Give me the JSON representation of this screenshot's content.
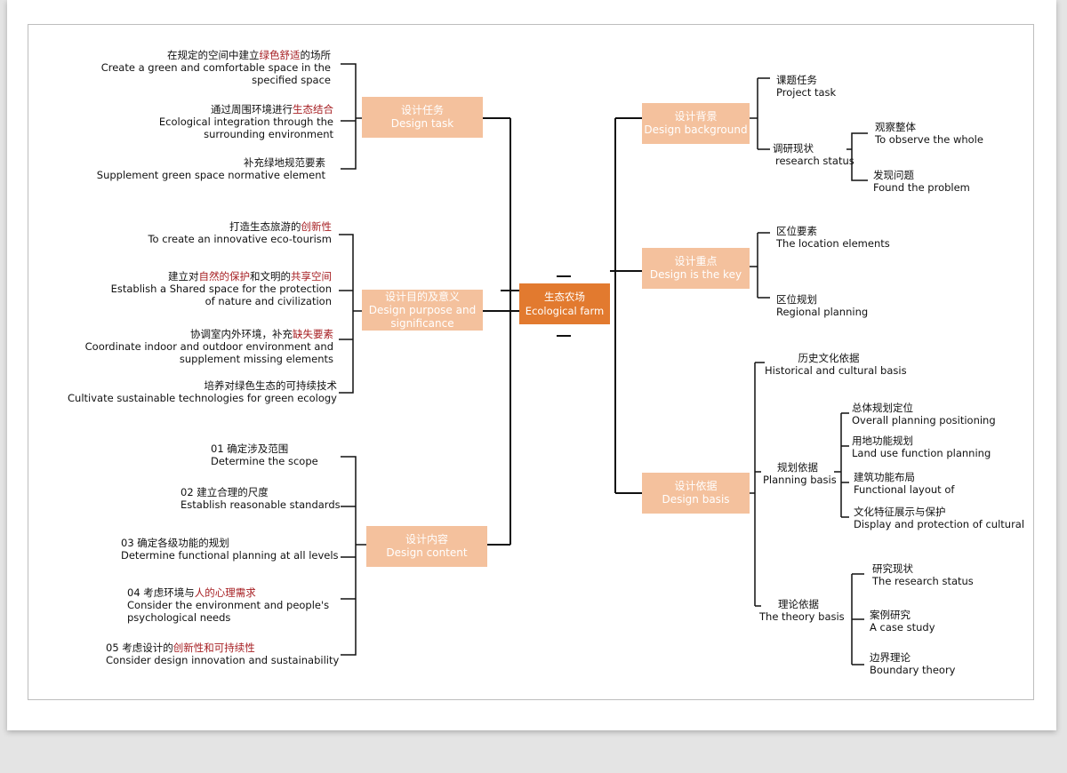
{
  "center": {
    "zh": "生态农场",
    "en": "Ecological farm"
  },
  "left": {
    "task": {
      "title_zh": "设计任务",
      "title_en": "Design task",
      "items": [
        {
          "zh_a": "在规定的空间中建立",
          "zh_hl": "绿色舒适",
          "zh_b": "的场所",
          "en1": "Create a green and comfortable space in the",
          "en2": "specified space"
        },
        {
          "zh_a": "通过周围环境进行",
          "zh_hl": "生态结合",
          "zh_b": "",
          "en1": "Ecological integration through the",
          "en2": "surrounding environment"
        },
        {
          "zh": "补充绿地规范要素",
          "en1": "Supplement green space normative element"
        }
      ]
    },
    "purpose": {
      "title_zh": "设计目的及意义",
      "title_en1": "Design purpose and",
      "title_en2": "significance",
      "items": [
        {
          "zh_a": "打造生态旅游的",
          "zh_hl": "创新性",
          "en1": "To create an innovative eco-tourism"
        },
        {
          "zh_a": "建立对",
          "zh_hl": "自然的保护",
          "zh_b": "和文明的",
          "zh_hl2": "共享空间",
          "en1": "Establish a Shared space for the protection",
          "en2": "of nature and civilization"
        },
        {
          "zh_a": "协调室内外环境，补充",
          "zh_hl": "缺失要素",
          "en1": "Coordinate indoor and outdoor environment and",
          "en2": "supplement missing elements"
        },
        {
          "zh": "培养对绿色生态的可持续技术",
          "en1": "Cultivate sustainable technologies for green ecology"
        }
      ]
    },
    "content": {
      "title_zh": "设计内容",
      "title_en": "Design content",
      "items": [
        {
          "zh": "01 确定涉及范围",
          "en1": "Determine the scope"
        },
        {
          "zh": "02 建立合理的尺度",
          "en1": "Establish reasonable standards"
        },
        {
          "zh": "03  确定各级功能的规划",
          "en1": "Determine functional planning at all levels"
        },
        {
          "zh_a": "04  考虑环境与",
          "zh_hl": "人的心理需求",
          "en1": "Consider the environment and people's",
          "en2": "psychological needs"
        },
        {
          "zh_a": "05 考虑设计的",
          "zh_hl": "创新性和可持续性",
          "en1": "Consider design innovation and sustainability"
        }
      ]
    }
  },
  "right": {
    "background": {
      "title_zh": "设计背景",
      "title_en": "Design background",
      "project_task": {
        "zh": "课题任务",
        "en": "Project task"
      },
      "research_status": {
        "zh": "调研现状",
        "en": "research status"
      },
      "observe": {
        "zh": "观察整体",
        "en": "To observe the whole"
      },
      "problem": {
        "zh": "发现问题",
        "en": "Found the problem"
      }
    },
    "key": {
      "title_zh": "设计重点",
      "title_en": "Design is the key",
      "location": {
        "zh": "区位要素",
        "en": "The location elements"
      },
      "regional": {
        "zh": "区位规划",
        "en": "Regional planning"
      }
    },
    "basis": {
      "title_zh": "设计依据",
      "title_en": "Design basis",
      "historical": {
        "zh": "历史文化依据",
        "en": "Historical and cultural basis"
      },
      "planning": {
        "zh": "规划依据",
        "en": "Planning basis"
      },
      "overall": {
        "zh": "总体规划定位",
        "en": "Overall planning positioning"
      },
      "landuse": {
        "zh": "用地功能规划",
        "en": "Land use function planning"
      },
      "functional": {
        "zh": "建筑功能布局",
        "en": "Functional layout of"
      },
      "display": {
        "zh": "文化特征展示与保护",
        "en": "Display and protection of cultural"
      },
      "theory": {
        "zh": "理论依据",
        "en": "The theory basis"
      },
      "research": {
        "zh": "研究现状",
        "en": "The research status"
      },
      "case": {
        "zh": "案例研究",
        "en": "A case study"
      },
      "boundary": {
        "zh": "边界理论",
        "en": "Boundary theory"
      }
    }
  }
}
